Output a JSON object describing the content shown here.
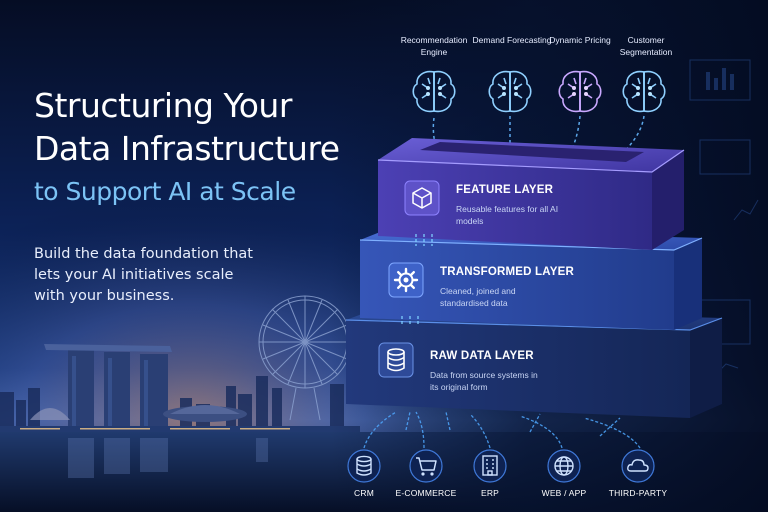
{
  "headline": {
    "line1": "Structuring Your",
    "line2": "Data Infrastructure",
    "line3": "to Support AI at Scale"
  },
  "subtitle": "Build the data foundation that lets your AI initiatives scale with your business.",
  "ai_models": [
    {
      "label": "Recommendation Engine",
      "icon": "brain-icon"
    },
    {
      "label": "Demand Forecasting",
      "icon": "brain-icon"
    },
    {
      "label": "Dynamic Pricing",
      "icon": "brain-icon"
    },
    {
      "label": "Customer Segmentation",
      "icon": "brain-icon"
    }
  ],
  "layers": {
    "feature": {
      "title": "FEATURE LAYER",
      "description": "Reusable features for all AI models",
      "icon": "cube-icon"
    },
    "transformed": {
      "title": "TRANSFORMED LAYER",
      "description": "Cleaned, joined and standardised data",
      "icon": "gear-icon"
    },
    "raw": {
      "title": "RAW DATA LAYER",
      "description": "Data from source systems in its original form",
      "icon": "database-icon"
    }
  },
  "sources": [
    {
      "label": "CRM",
      "icon": "database-icon"
    },
    {
      "label": "E-COMMERCE",
      "icon": "cart-icon"
    },
    {
      "label": "ERP",
      "icon": "building-icon"
    },
    {
      "label": "WEB / APP",
      "icon": "globe-icon"
    },
    {
      "label": "THIRD-PARTY",
      "icon": "cloud-icon"
    }
  ],
  "colors": {
    "accent": "#7cc3f5",
    "feature_layer": "#4a3fa8",
    "transformed_layer": "#2f4fb0",
    "raw_layer": "#1e3470",
    "glow": "#66b8ff"
  }
}
